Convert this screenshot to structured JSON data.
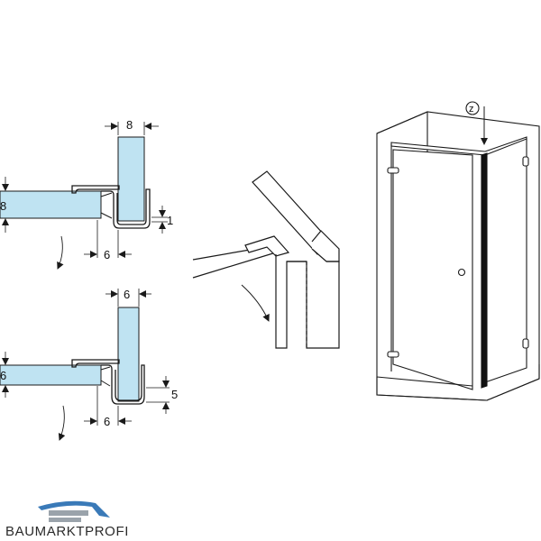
{
  "colors": {
    "glass": "#bfe3f2",
    "line": "#1a1a1a",
    "brand_blue": "#3a7ab8",
    "brand_gray": "#9aa3ab"
  },
  "profile_top": {
    "width_label": "8",
    "glass_label": "8",
    "lip_label": "1",
    "bottom_label": "6"
  },
  "profile_bottom": {
    "width_label": "6",
    "glass_label": "6",
    "lip_label": "5",
    "bottom_label": "6"
  },
  "enclosure": {
    "marker_label": "z"
  },
  "brand": {
    "name": "BAUMARKTPROFI"
  }
}
